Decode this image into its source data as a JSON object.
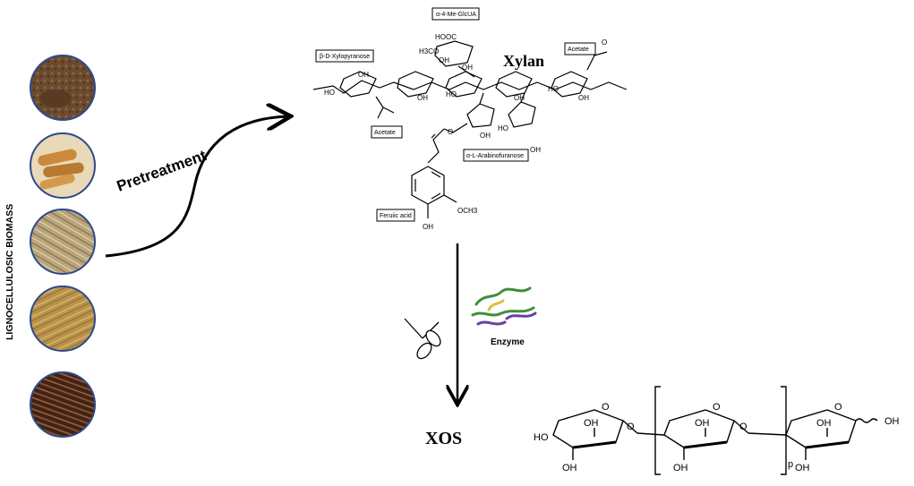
{
  "side_label": "LIGNOCELLULOSIC BIOMASS",
  "biomass_items": [
    {
      "name": "soil-like biomass",
      "color": "#6b4a2e"
    },
    {
      "name": "corn cobs",
      "color": "#c98a3d"
    },
    {
      "name": "dry straw",
      "color": "#b9a47c"
    },
    {
      "name": "bagasse fibers",
      "color": "#b9924a"
    },
    {
      "name": "woody twigs",
      "color": "#6a3a22"
    }
  ],
  "pretreatment_label": "Pretreatment",
  "xylan": {
    "title": "Xylan",
    "labels": {
      "xylopyranose": "β-D-Xylopyranose",
      "methyl_glcua": "α-4-Me-GlcUA",
      "acetate_top": "Acetate",
      "acetate_bottom": "Acetate",
      "arabinofuranose": "α-L-Arabinofuranose",
      "ferulic_acid": "Feruiic acid"
    },
    "groups": {
      "hooc": "HOOC",
      "h3co": "H3CO",
      "och3": "OCH3",
      "oh": "OH",
      "ho": "HO",
      "o": "O"
    }
  },
  "enzyme_label": "Enzyme",
  "xos": {
    "title": "XOS",
    "subscript": "p",
    "oh": "OH",
    "ho": "HO",
    "o": "O"
  },
  "colors": {
    "line": "#000000",
    "enzyme_green": "#3f8f3a",
    "enzyme_purple": "#6b3fa0",
    "enzyme_yellow": "#d9c23a"
  }
}
